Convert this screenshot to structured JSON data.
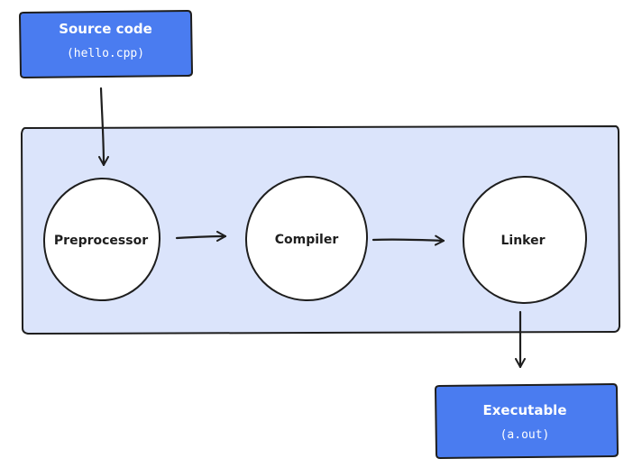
{
  "source": {
    "title": "Source code",
    "file": "(hello.cpp)"
  },
  "stages": {
    "preprocessor": "Preprocessor",
    "compiler": "Compiler",
    "linker": "Linker"
  },
  "output": {
    "title": "Executable",
    "file": "(a.out)"
  },
  "colors": {
    "box_fill": "#4a7cf0",
    "pipeline_fill": "#dbe4fb",
    "stroke": "#1e1e1e",
    "node_fill": "#ffffff"
  }
}
